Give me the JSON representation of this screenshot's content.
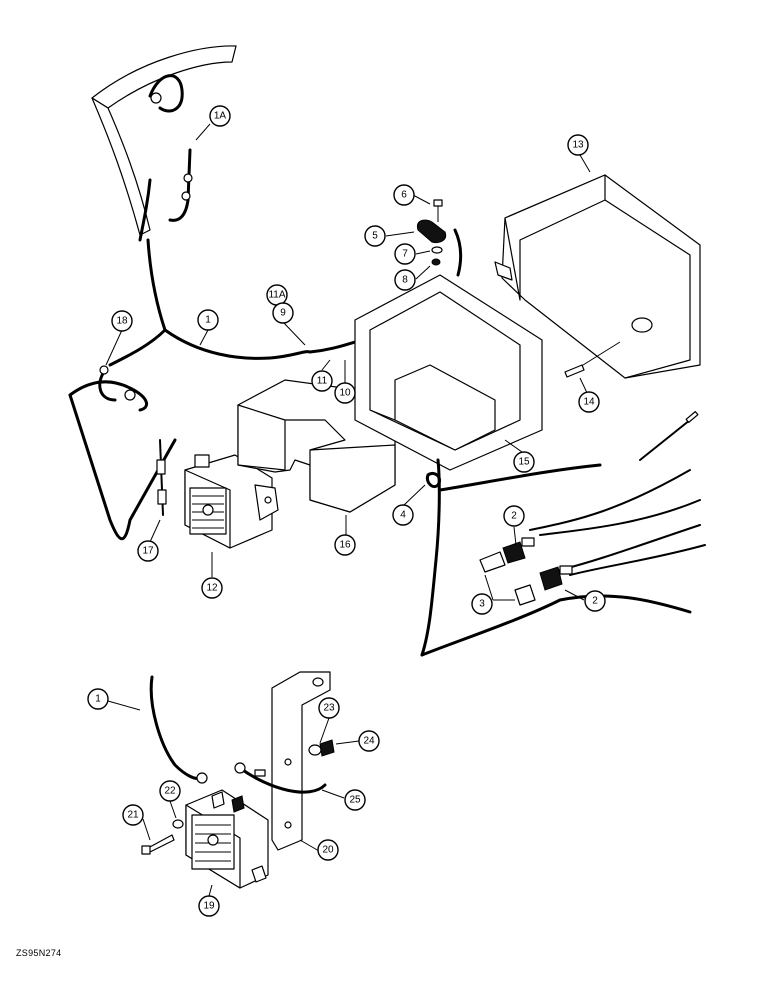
{
  "reference_code": "ZS95N274",
  "callouts": [
    {
      "id": "c-1a",
      "label": "1A"
    },
    {
      "id": "c-13",
      "label": "13"
    },
    {
      "id": "c-6",
      "label": "6"
    },
    {
      "id": "c-5",
      "label": "5"
    },
    {
      "id": "c-7",
      "label": "7"
    },
    {
      "id": "c-8",
      "label": "8"
    },
    {
      "id": "c-11a",
      "label": "11A"
    },
    {
      "id": "c-9",
      "label": "9"
    },
    {
      "id": "c-18",
      "label": "18"
    },
    {
      "id": "c-1",
      "label": "1"
    },
    {
      "id": "c-11",
      "label": "11"
    },
    {
      "id": "c-10",
      "label": "10"
    },
    {
      "id": "c-14",
      "label": "14"
    },
    {
      "id": "c-15",
      "label": "15"
    },
    {
      "id": "c-4",
      "label": "4"
    },
    {
      "id": "c-2a",
      "label": "2"
    },
    {
      "id": "c-17",
      "label": "17"
    },
    {
      "id": "c-16",
      "label": "16"
    },
    {
      "id": "c-12",
      "label": "12"
    },
    {
      "id": "c-3",
      "label": "3"
    },
    {
      "id": "c-2b",
      "label": "2"
    },
    {
      "id": "c-1b",
      "label": "1"
    },
    {
      "id": "c-23",
      "label": "23"
    },
    {
      "id": "c-24",
      "label": "24"
    },
    {
      "id": "c-22",
      "label": "22"
    },
    {
      "id": "c-25",
      "label": "25"
    },
    {
      "id": "c-21",
      "label": "21"
    },
    {
      "id": "c-20",
      "label": "20"
    },
    {
      "id": "c-19",
      "label": "19"
    }
  ]
}
